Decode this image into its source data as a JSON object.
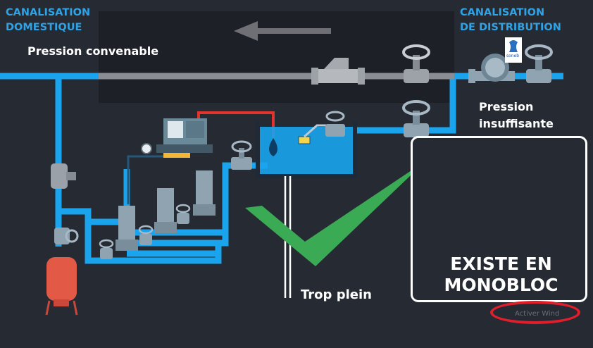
{
  "labels": {
    "domestic_line": "CANALISATION\nDOMESTIQUE",
    "distribution_line": "CANALISATION\nDE DISTRIBUTION",
    "good_pressure": "Pression convenable",
    "low_pressure": "Pression\ninsuffisante",
    "overflow": "Trop plein",
    "monobloc": "EXISTE EN\nMONOBLOC",
    "meter_brand": "soneb",
    "watermark": "Activer Wind"
  },
  "colors": {
    "background": "#262a33",
    "water_pipe": "#1aa4ee",
    "header_text": "#2fa3e6",
    "check_mark": "#3aaa55",
    "red_tank": "#e25a45",
    "highlight_circle": "#e11f2c",
    "panel_border": "#ffffff"
  },
  "icons": [
    "check-mark-icon",
    "arrow-left-icon",
    "gate-valve-icon",
    "check-valve-icon",
    "water-meter-icon",
    "pump-icon",
    "pressure-tank-icon",
    "control-panel-icon",
    "float-valve-icon",
    "pressure-gauge-icon",
    "booster-pump-icon"
  ]
}
